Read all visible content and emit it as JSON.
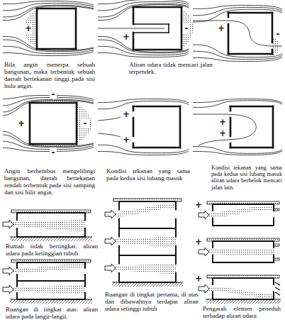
{
  "diagram": {
    "labels": [
      "+",
      "Bila angin menerpa sebuah bangunan, maka terbentuk sebuah daerah bertekanan tinggi pada sisi hulu angin.",
      "+",
      "-",
      "Aliran udara tidak mencari jalan terpendek.",
      "+",
      "-",
      "+",
      "-",
      "-",
      "-",
      "Angin berhembus mengelilingi bangunan, daerah bertekanan rendah terbentuk pada sisi samping dan sisi hilir angin.",
      "+",
      "+",
      "Kondisi tekanan yang sama pada kedua sisi lubang masuk",
      "+",
      "+",
      "Kondisi tekanan yang sama pada kedua sisi lubang masuk aliran udara berbelok mencari jalan lain.",
      "Rumah tidak bertingkat: aliran udara pada ketinggian tubuh",
      "Ruangan di tingkat atas: aliran udara pada langit-langit.",
      "Ruangan di tingkat pertama, di atas dan dibawahnya terdapat aliran udara setinggi tubuh",
      "+",
      "+",
      "+",
      "Pengarah elemen peneduh terhadap aliran udara"
    ]
  }
}
